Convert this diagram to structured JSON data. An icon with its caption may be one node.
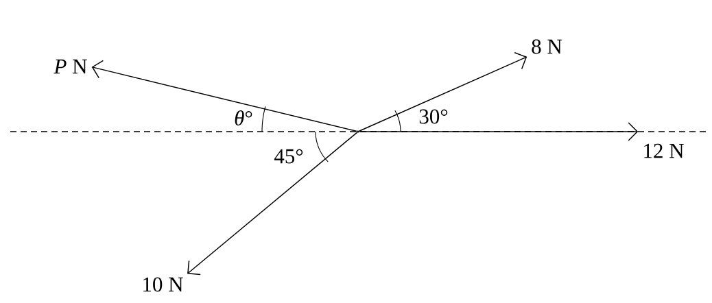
{
  "diagram": {
    "nodes": [
      {
        "text": [],
        "shape": "point"
      },
      {
        "text": [
          "*P* N"
        ]
      },
      {
        "text": [
          "8 N"
        ]
      },
      {
        "text": [
          "12 N"
        ]
      },
      {
        "text": [
          "10 N"
        ]
      }
    ],
    "edges": [
      {
        "from": 0,
        "to": 1,
        "arrow": "to"
      },
      {
        "from": 0,
        "to": 2,
        "arrow": "to"
      },
      {
        "from": 0,
        "to": 3,
        "arrow": "to"
      },
      {
        "from": 0,
        "to": 4,
        "arrow": "to"
      }
    ],
    "labels": [
      "*θ*°",
      "30°",
      "45°"
    ]
  }
}
